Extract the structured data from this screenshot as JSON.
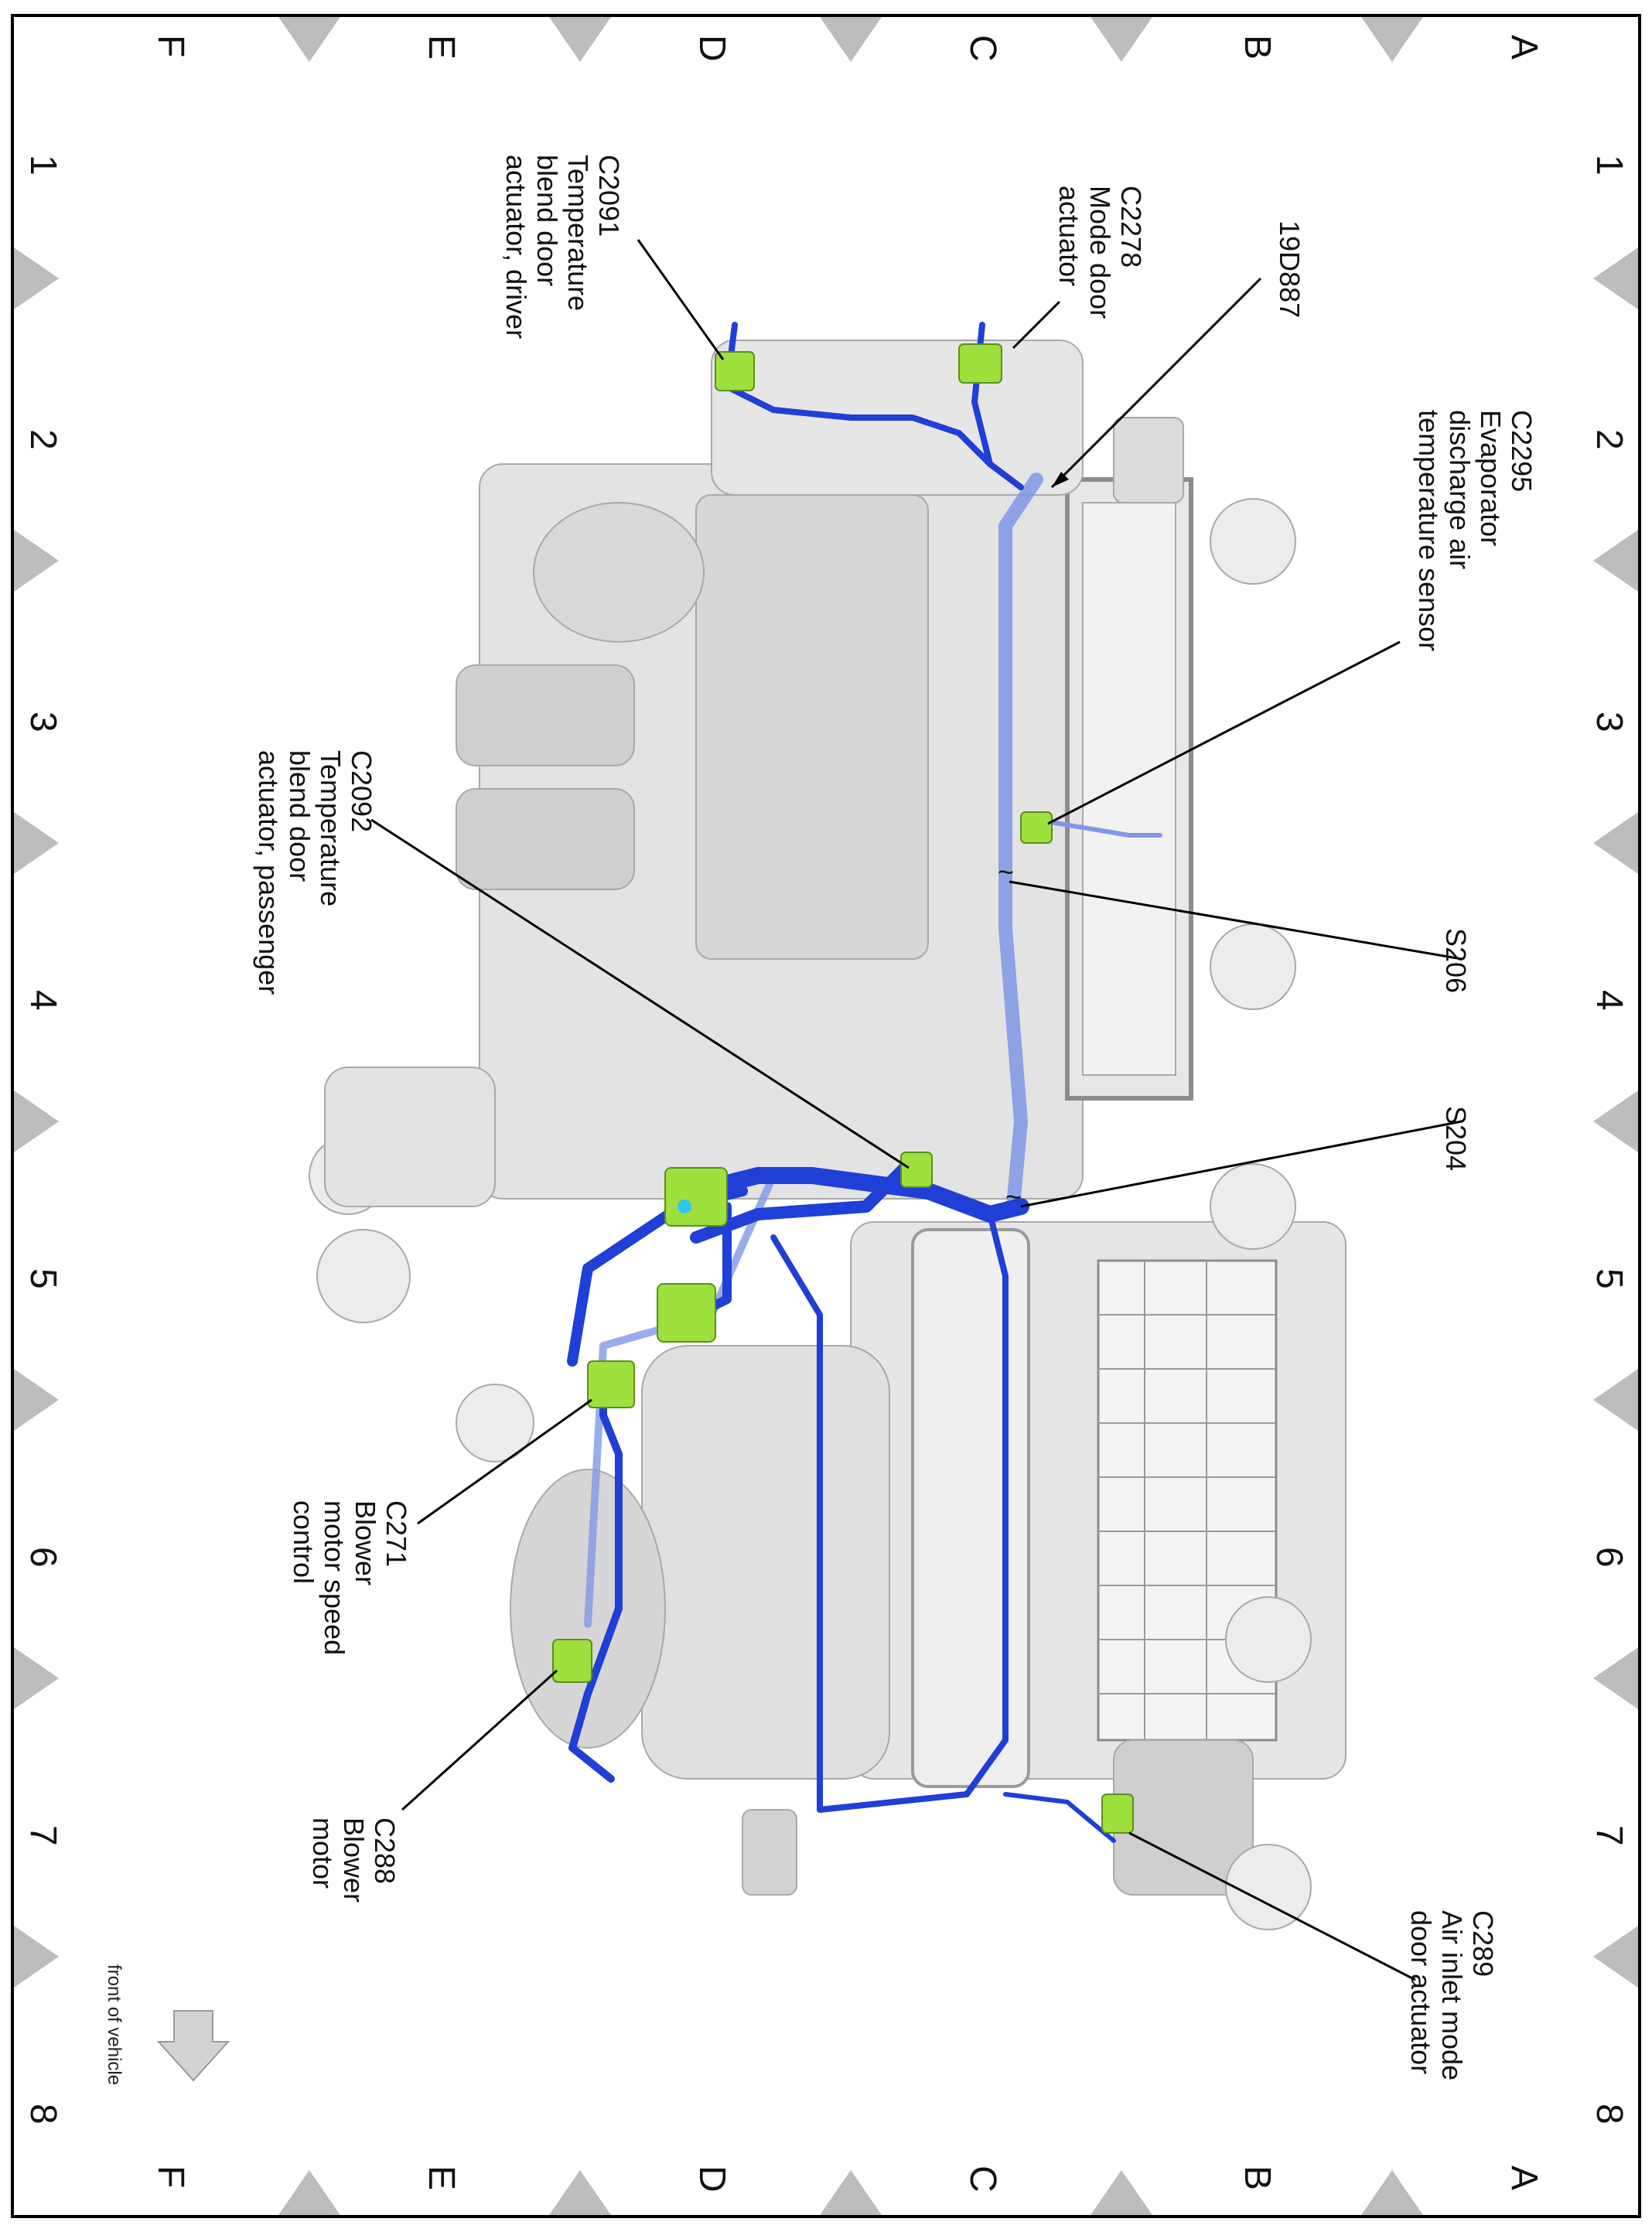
{
  "grid": {
    "letters": [
      "A",
      "B",
      "C",
      "D",
      "E",
      "F"
    ],
    "numbers": [
      "1",
      "2",
      "3",
      "4",
      "5",
      "6",
      "7",
      "8"
    ]
  },
  "callouts": {
    "c2295": [
      "C2295",
      "Evaporator",
      "discharge air",
      "temperature sensor"
    ],
    "d19887": [
      "19D887"
    ],
    "c2278": [
      "C2278",
      "Mode door",
      "actuator"
    ],
    "c2091": [
      "C2091",
      "Temperature",
      "blend door",
      "actuator, driver"
    ],
    "c2092": [
      "C2092",
      "Temperature",
      "blend door",
      "actuator, passenger"
    ],
    "s206": [
      "S206"
    ],
    "s204": [
      "S204"
    ],
    "c271": [
      "C271",
      "Blower",
      "motor speed",
      "control"
    ],
    "c288": [
      "C288",
      "Blower",
      "motor"
    ],
    "c289": [
      "C289",
      "Air inlet mode",
      "door actuator"
    ]
  },
  "front": {
    "label": "front of vehicle"
  },
  "colors": {
    "harness": "#1f3fd6",
    "harness_hidden": "#7f98e6",
    "connector": "#9ee03c",
    "housing": "#e2e2e2",
    "housing_dark": "#c8c8c8",
    "marker": "#bdbdbd"
  }
}
